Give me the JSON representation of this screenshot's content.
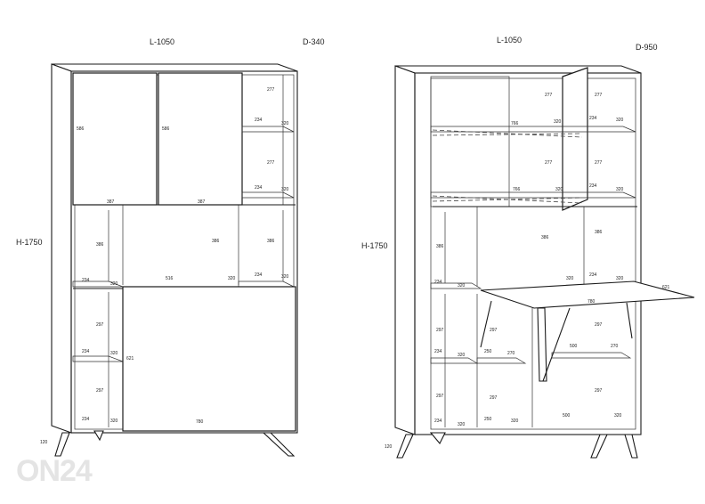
{
  "left_view": {
    "width_label": "L-1050",
    "depth_label": "D-340",
    "height_label": "H-1750",
    "leg_label": "120",
    "dims": {
      "door_h": "586",
      "door_w": "387",
      "shelf_d_top": "234",
      "shelf_d_top2": "320",
      "comp_h_top": "277",
      "open_h": "386",
      "open_w": "516",
      "open_d": "320",
      "low_d": "234",
      "low_d2": "320",
      "low_h": "297",
      "flap_h": "621",
      "flap_w": "780"
    }
  },
  "right_view": {
    "width_label": "L-1050",
    "depth_label": "D-950",
    "height_label": "H-1750",
    "leg_label": "120",
    "dims": {
      "comp_h": "277",
      "inner_w": "766",
      "shelf_d": "320",
      "side_d": "234",
      "open_h": "386",
      "desk_w": "780",
      "desk_d": "621",
      "low_h": "297",
      "low_w": "250",
      "low_d": "270",
      "low_w2": "500"
    }
  },
  "watermark": "ON24"
}
